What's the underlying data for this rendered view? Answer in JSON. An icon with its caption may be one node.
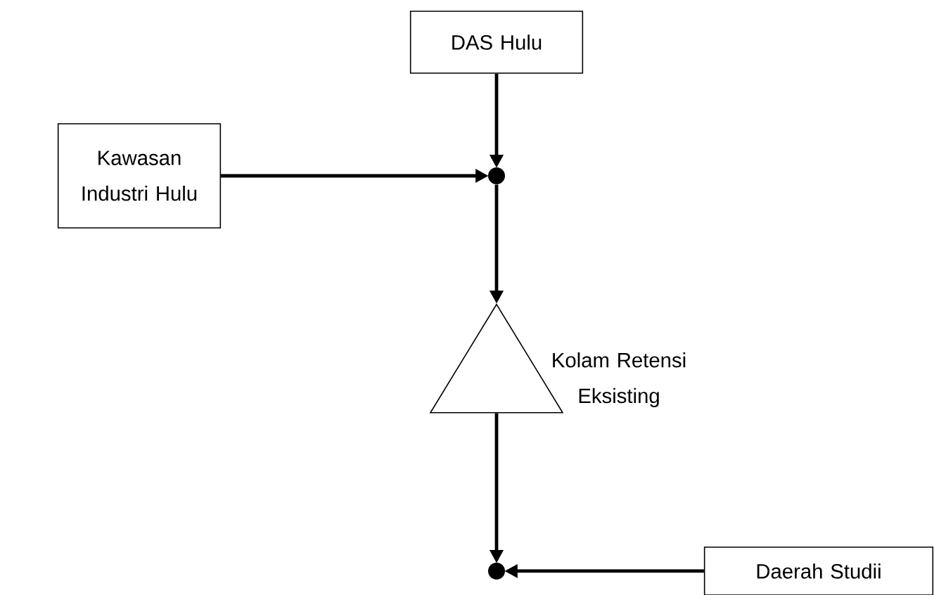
{
  "diagram": {
    "nodes": [
      {
        "text": [
          "DAS Hulu"
        ]
      },
      {
        "text": [
          "Kawasan Industri Hulu"
        ]
      },
      {
        "text": [],
        "shape": "circle"
      },
      {
        "text": [],
        "shape": "triangle",
        "beside": [
          "Kolam Retensi Eksisting"
        ]
      },
      {
        "text": [],
        "shape": "circle"
      },
      {
        "text": [
          "Daerah Studii"
        ]
      }
    ],
    "edges": [
      {
        "from": 0,
        "to": 2,
        "arrow": "to"
      },
      {
        "from": 1,
        "to": 2,
        "arrow": "to"
      },
      {
        "from": 2,
        "to": 3,
        "arrow": "to"
      },
      {
        "from": 3,
        "to": 4,
        "arrow": "to"
      },
      {
        "from": 5,
        "to": 4,
        "arrow": "to"
      }
    ]
  }
}
